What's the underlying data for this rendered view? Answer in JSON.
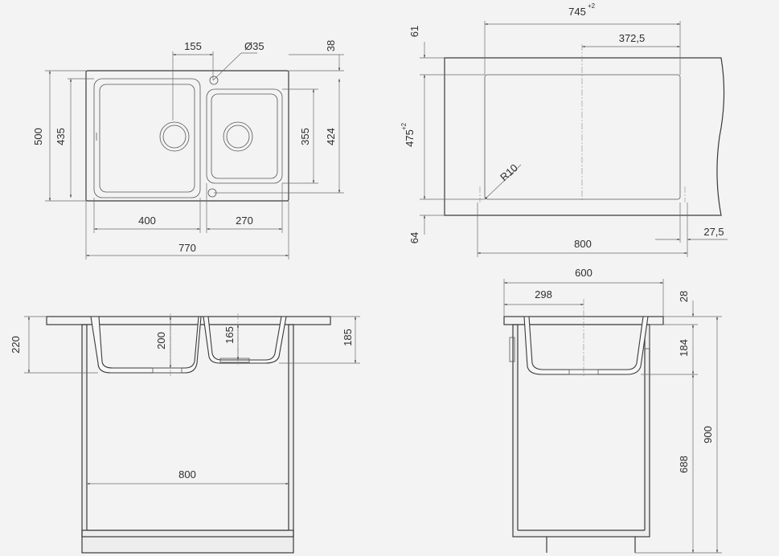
{
  "top_view": {
    "dims": {
      "d155": "155",
      "d35": "Ø35",
      "d38": "38",
      "d500": "500",
      "d435": "435",
      "d355": "355",
      "d424": "424",
      "d400": "400",
      "d270": "270",
      "d770": "770"
    }
  },
  "cutout_view": {
    "dims": {
      "d745": "745",
      "d745_tol": "+2",
      "d61": "61",
      "d372": "372,5",
      "d475": "475",
      "d475_tol": "+2",
      "dR10": "R10",
      "d64": "64",
      "d800": "800",
      "d27": "27,5"
    }
  },
  "front_view": {
    "dims": {
      "d220": "220",
      "d200": "200",
      "d165": "165",
      "d185": "185",
      "d800": "800"
    }
  },
  "side_view": {
    "dims": {
      "d600": "600",
      "d298": "298",
      "d28": "28",
      "d184": "184",
      "d900": "900",
      "d688": "688"
    }
  }
}
